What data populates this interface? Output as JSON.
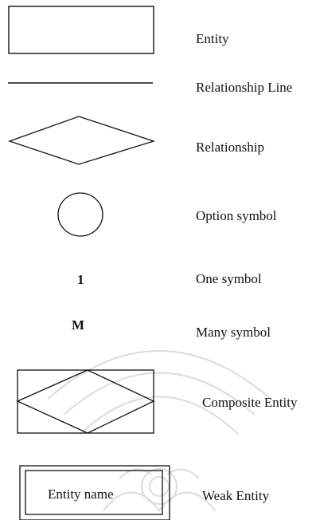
{
  "legend": {
    "entity": "Entity",
    "relationship_line": "Relationship Line",
    "relationship": "Relationship",
    "option_symbol": "Option symbol",
    "one_symbol": "One symbol",
    "many_symbol": "Many symbol",
    "composite_entity": "Composite Entity",
    "weak_entity": "Weak Entity"
  },
  "symbols": {
    "one": "1",
    "many": "M",
    "weak_entity_name": "Entity name"
  },
  "colors": {
    "stroke": "#111111",
    "background": "#ffffff",
    "watermark": "#d9d9d9"
  }
}
